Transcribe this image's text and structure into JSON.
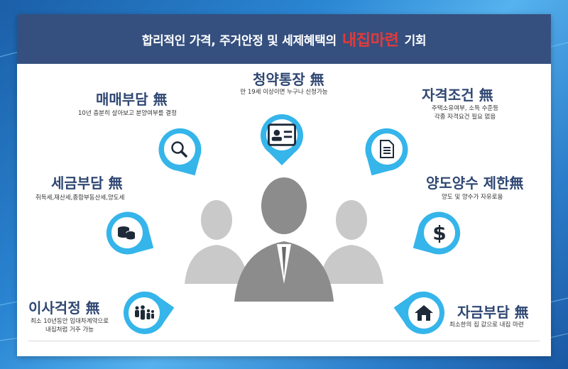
{
  "header": {
    "title_before": "합리적인 가격, 주거안정 및 세제혜택의",
    "title_highlight": "내집마련",
    "title_after": "기회"
  },
  "items": [
    {
      "id": "subscription",
      "label": "청약통장 無",
      "desc": [
        "만 19세 이상이면 누구나 신청가능"
      ],
      "icon": "id-card-icon"
    },
    {
      "id": "trade",
      "label": "매매부담 無",
      "desc": [
        "10년 충분히 살아보고 분양여부를 결정"
      ],
      "icon": "search-icon"
    },
    {
      "id": "qualification",
      "label": "자격조건 無",
      "desc": [
        "주택소유여부, 소득 수준등",
        "각종 자격요건 필요 없음"
      ],
      "icon": "document-icon"
    },
    {
      "id": "tax",
      "label": "세금부담 無",
      "desc": [
        "취득세,재산세,종합부동산세,양도세"
      ],
      "icon": "coins-icon"
    },
    {
      "id": "transfer",
      "label": "양도양수 제한無",
      "desc": [
        "양도 및 양수가 자유로움"
      ],
      "icon": "dollar-icon"
    },
    {
      "id": "moving",
      "label": "이사걱정 無",
      "desc": [
        "최소 10년동안 임대차계약으로",
        "내집처럼 거주 가능"
      ],
      "icon": "family-icon"
    },
    {
      "id": "funding",
      "label": "자금부담 無",
      "desc": [
        "최소한의 집 값으로 내집 마련"
      ],
      "icon": "house-icon"
    }
  ],
  "colors": {
    "header_bg": "#35507f",
    "highlight": "#e43a3a",
    "label": "#2f4772",
    "pin_ring": "#35b5ea",
    "people_gray": "#8c8c8c"
  }
}
